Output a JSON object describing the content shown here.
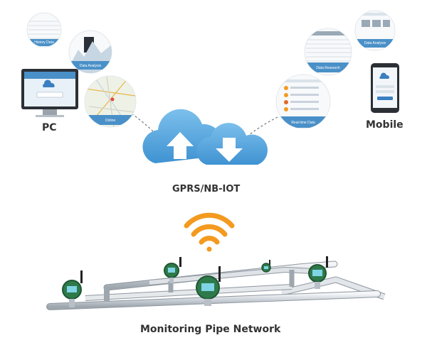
{
  "pc_label": "PC",
  "mobile_label": "Mobile",
  "network_label": "GPRS/NB-IOT",
  "pipe_label": "Monitoring Pipe Network",
  "bubbles": {
    "history": "History Data",
    "analysis_left": "Data Analysis",
    "online": "Online",
    "analysis_right": "Data Analysis",
    "statistics": "Data Research",
    "realtime": "Real-time Data"
  },
  "colors": {
    "cloud": "#5aa8e0",
    "cloud_dark": "#3c8fd0",
    "wifi": "#f39a1f",
    "pipe": "#d8dde2",
    "device": "#2f7a4a",
    "text": "#333333"
  },
  "icons": [
    "upload-arrow-icon",
    "download-arrow-icon",
    "wifi-signal-icon",
    "cloud-icon"
  ]
}
